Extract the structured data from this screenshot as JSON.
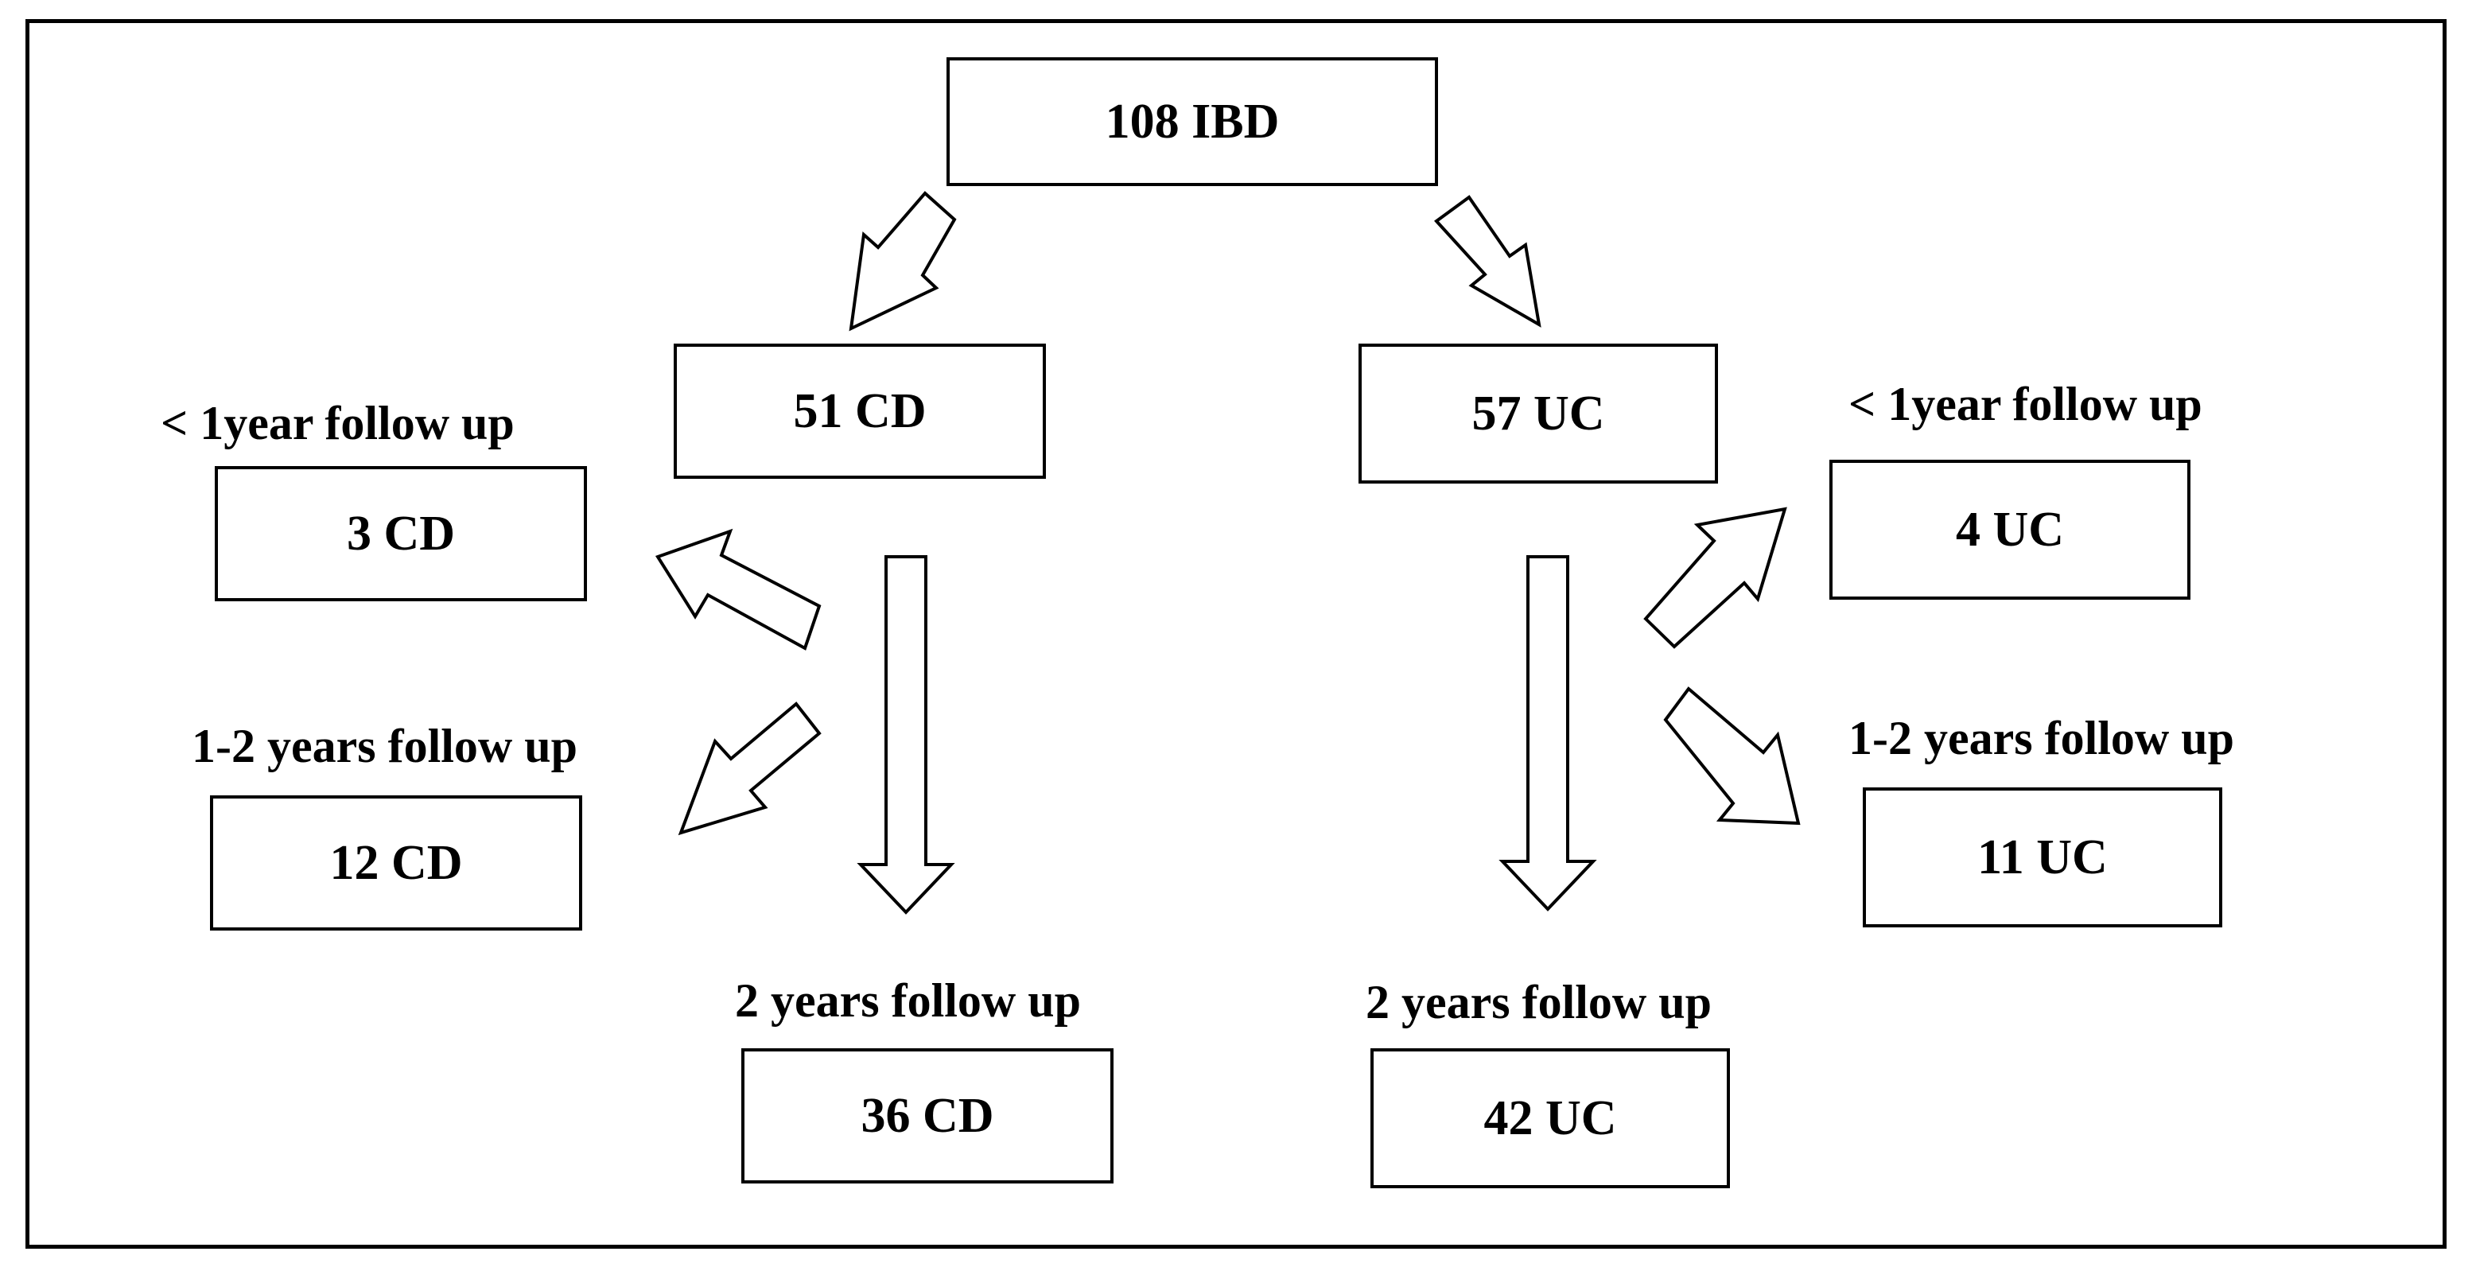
{
  "diagram": {
    "root": {
      "label": "108 IBD"
    },
    "branches": {
      "cd": {
        "label": "51 CD",
        "under_1_year": {
          "caption": "< 1year follow up",
          "label": "3 CD"
        },
        "one_to_two_years": {
          "caption": "1-2 years follow up",
          "label": "12 CD"
        },
        "two_years": {
          "caption": "2 years follow up",
          "label": "36 CD"
        }
      },
      "uc": {
        "label": "57 UC",
        "under_1_year": {
          "caption": "< 1year follow up",
          "label": "4 UC"
        },
        "one_to_two_years": {
          "caption": "1-2 years follow up",
          "label": "11 UC"
        },
        "two_years": {
          "caption": "2 years follow up",
          "label": "42 UC"
        }
      }
    }
  }
}
